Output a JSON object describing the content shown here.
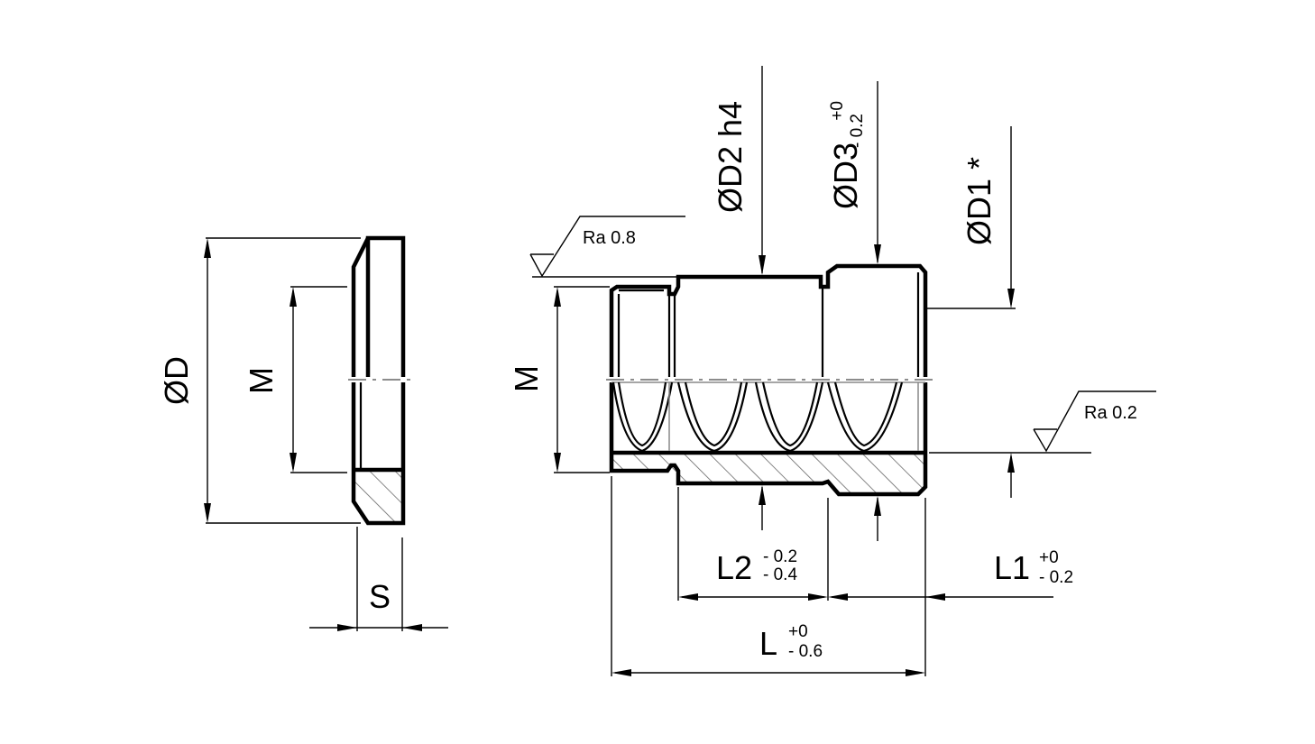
{
  "washer_view": {
    "dia_label": "ØD",
    "thread_label": "M",
    "thickness_label": "S"
  },
  "insert_view": {
    "thread_label": "M",
    "d2_label": "ØD2 h4",
    "d3_label": "ØD3",
    "d3_tol_upper": "+0",
    "d3_tol_lower": "- 0.2",
    "d1_label": "ØD1 *",
    "l2_label": "L2",
    "l2_tol_upper": "- 0.2",
    "l2_tol_lower": "- 0.4",
    "l1_label": "L1",
    "l1_tol_upper": "+0",
    "l1_tol_lower": "- 0.2",
    "l_label": "L",
    "l_tol_upper": "+0",
    "l_tol_lower": "- 0.6",
    "roughness_top": "Ra 0.8",
    "roughness_bottom": "Ra 0.2"
  }
}
